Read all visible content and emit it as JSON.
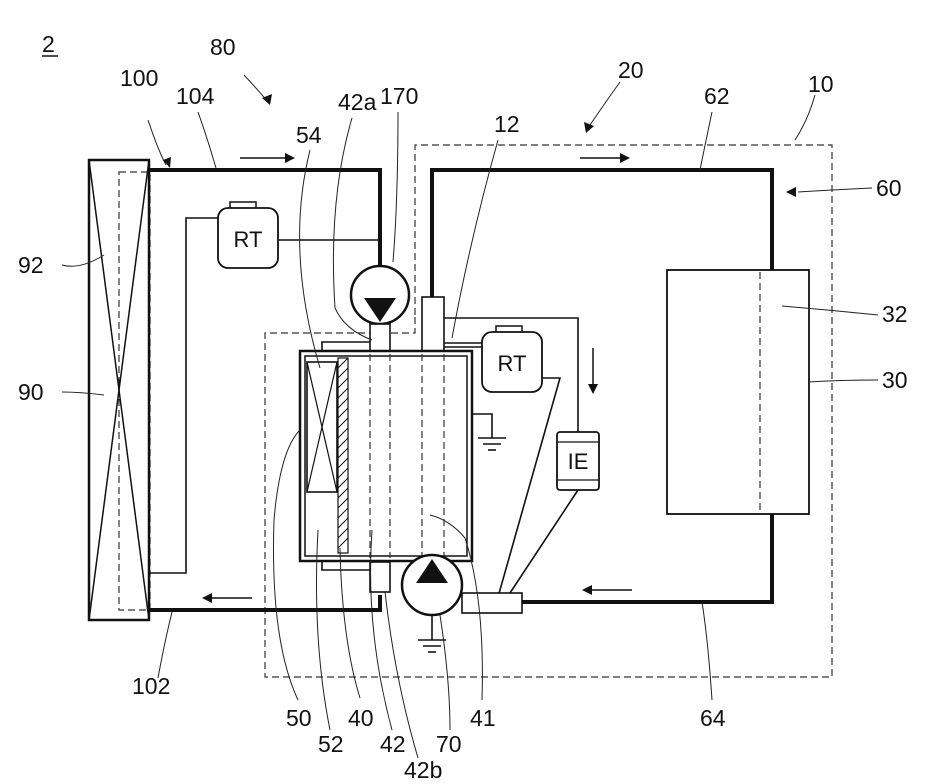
{
  "figure_number": "2",
  "reference_labels": {
    "ref_80": "80",
    "ref_100": "100",
    "ref_104": "104",
    "ref_54": "54",
    "ref_42a": "42a",
    "ref_170": "170",
    "ref_12": "12",
    "ref_20": "20",
    "ref_62": "62",
    "ref_10": "10",
    "ref_60": "60",
    "ref_92": "92",
    "ref_32": "32",
    "ref_90": "90",
    "ref_30": "30",
    "ref_102": "102",
    "ref_50": "50",
    "ref_52": "52",
    "ref_40": "40",
    "ref_42": "42",
    "ref_42b": "42b",
    "ref_70": "70",
    "ref_41": "41",
    "ref_64": "64"
  },
  "box_labels": {
    "reservoir_tank_left": "RT",
    "reservoir_tank_right": "RT",
    "ion_exchanger": "IE"
  }
}
